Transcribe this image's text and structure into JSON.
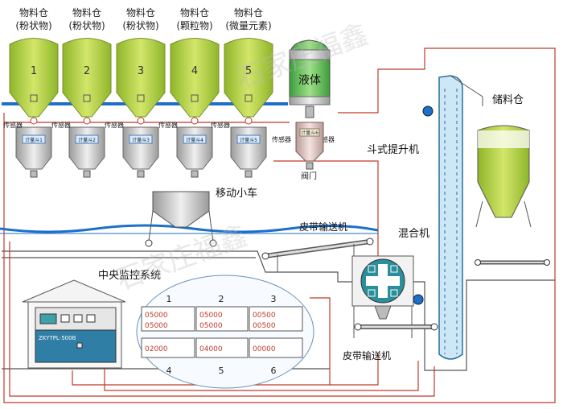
{
  "silos": [
    {
      "title": "物料仓",
      "type": "(粉状物)",
      "number": "1",
      "scale": "计量斗1"
    },
    {
      "title": "物料仓",
      "type": "(粉状物)",
      "number": "2",
      "scale": "计量斗2"
    },
    {
      "title": "物料仓",
      "type": "(粉状物)",
      "number": "3",
      "scale": "计量斗3"
    },
    {
      "title": "物料仓",
      "type": "(颗粒物)",
      "number": "4",
      "scale": "计量斗4"
    },
    {
      "title": "物料仓",
      "type": "(微量元素)",
      "number": "5",
      "scale": "计量斗5"
    }
  ],
  "sensor_label": "传感器",
  "liquid": {
    "tank_label": "液体",
    "scale": "计量斗6",
    "valve": "阀门"
  },
  "labels": {
    "mobile_cart": "移动小车",
    "belt_top": "皮带输送机",
    "mixer": "混合机",
    "bucket_elevator": "斗式提升机",
    "storage_bin": "储料仓",
    "belt_bottom": "皮带输送机",
    "control_system": "中央监控系统",
    "cabinet_model": "ZKYTPL-500B"
  },
  "displays": [
    {
      "num": "1",
      "row1": "05000",
      "row2": "05000"
    },
    {
      "num": "2",
      "row1": "05000",
      "row2": "05000"
    },
    {
      "num": "3",
      "row1": "00500",
      "row2": "00500"
    },
    {
      "num": "4",
      "row1": "02000",
      "row2": ""
    },
    {
      "num": "5",
      "row1": "04000",
      "row2": ""
    },
    {
      "num": "6",
      "row1": "00000",
      "row2": ""
    }
  ],
  "watermark": "石家庄福鑫",
  "colors": {
    "pipe": "#1e6fc8",
    "wire": "#c0392b",
    "powder": "#b8d24a",
    "tank": "#d4d4d4"
  }
}
